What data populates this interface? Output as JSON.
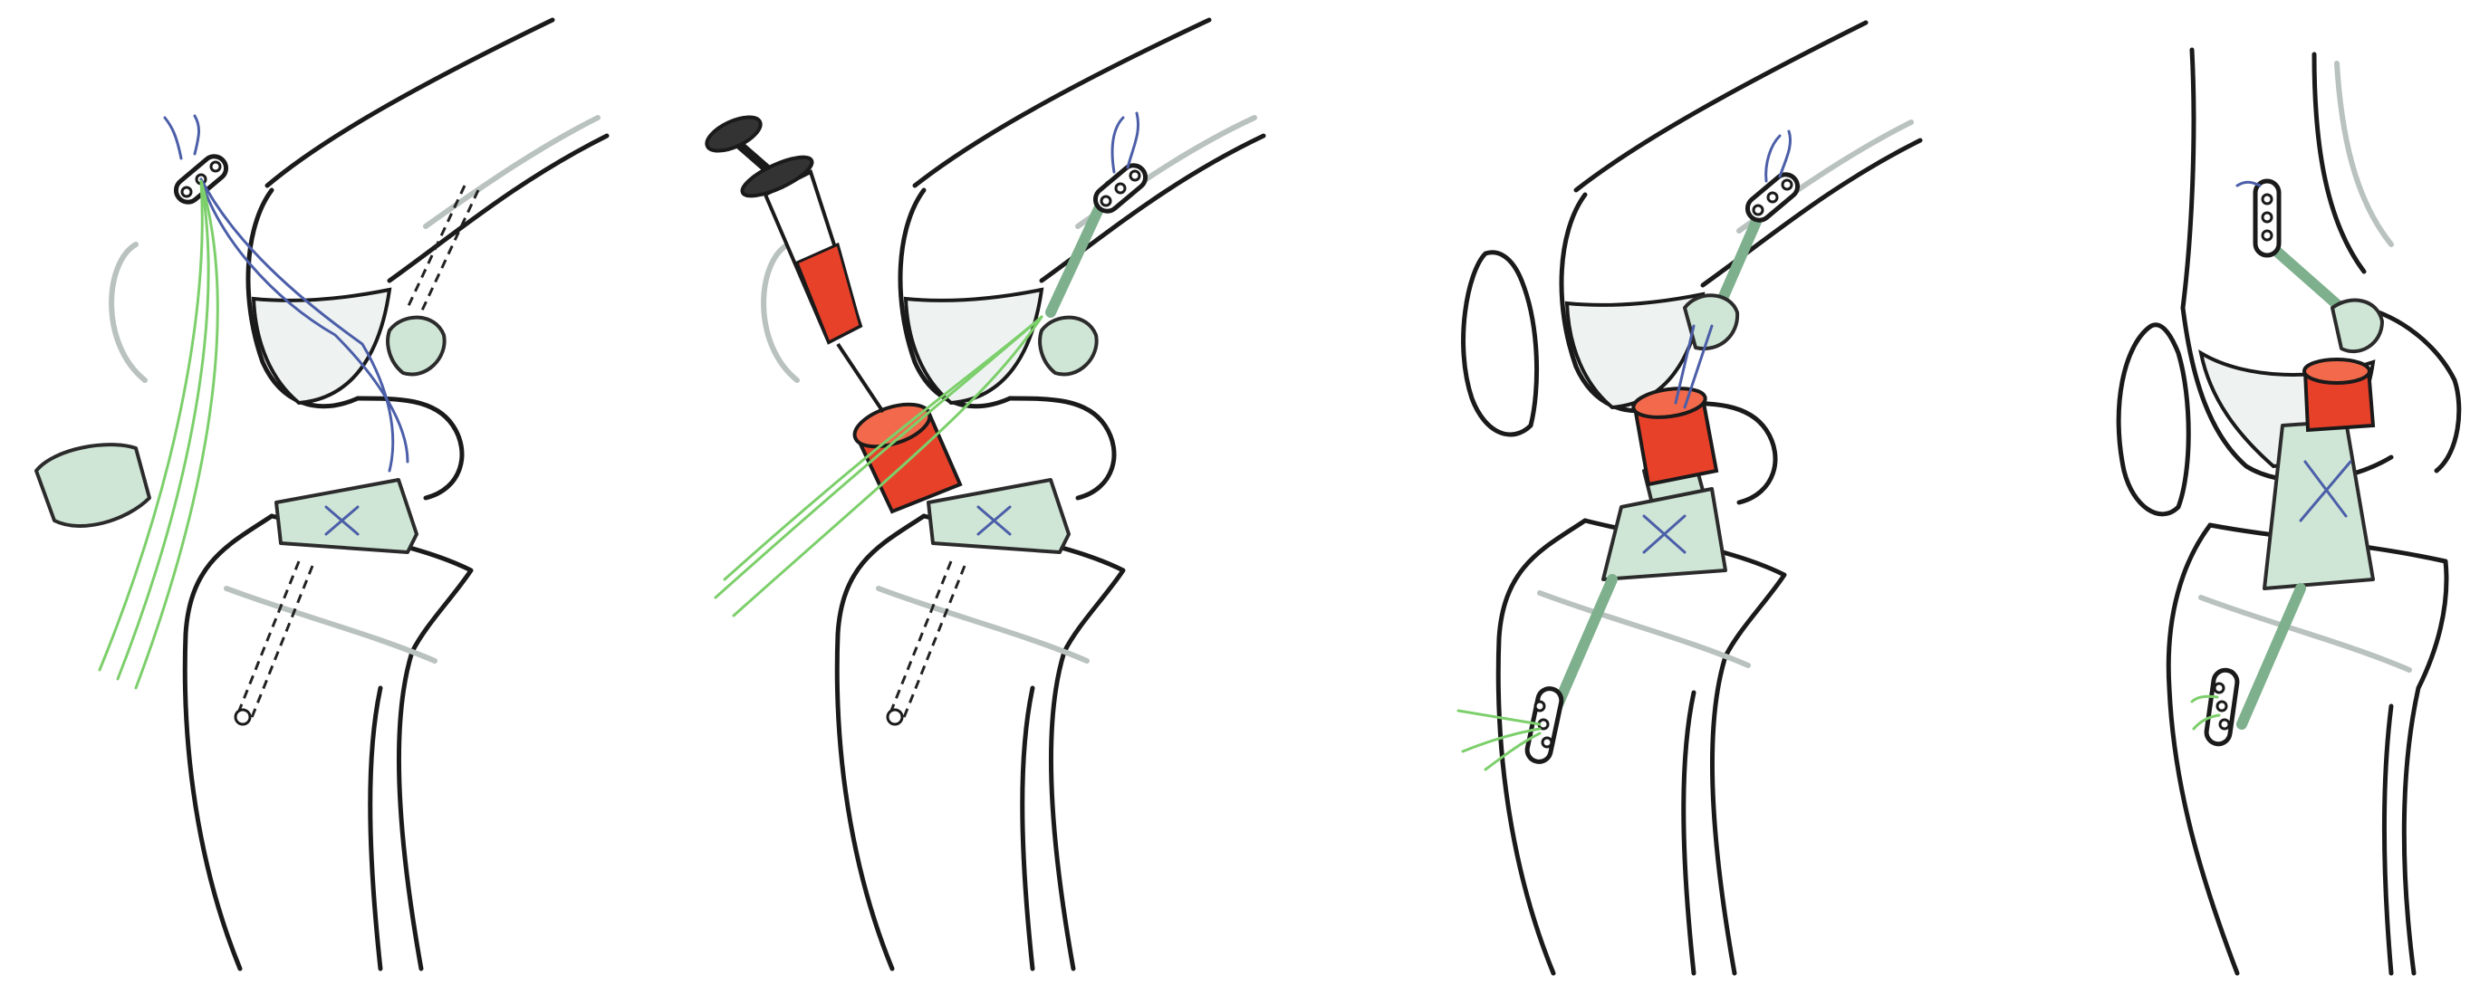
{
  "figure": {
    "panels": [
      {
        "id": "panel-1"
      },
      {
        "id": "panel-2"
      },
      {
        "id": "panel-3"
      },
      {
        "id": "panel-4"
      }
    ],
    "colors": {
      "bone_outline": "#1a1a1a",
      "graft": "#cfe6d6",
      "plug": "#e8412a",
      "suture_blue": "#4b5ea8",
      "suture_green": "#7ccf6b",
      "shading": "#b9c2bf"
    }
  }
}
